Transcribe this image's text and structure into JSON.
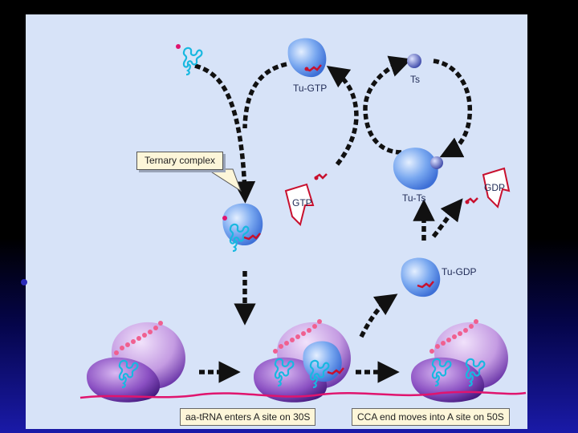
{
  "labels": {
    "tu_gtp": "Tu-GTP",
    "ts": "Ts",
    "ternary_complex": "Ternary complex",
    "gtp": "GTP",
    "tu_ts": "Tu-Ts",
    "gdp": "GDP",
    "tu_gdp": "Tu-GDP"
  },
  "captions": {
    "a_site_30s": "aa-tRNA enters A site on 30S",
    "a_site_50s": "CCA end moves into A site on 50S"
  },
  "colors": {
    "ef_tu": "#6fa0ee",
    "trna": "#18b8e0",
    "amino_acid": "#c8102e",
    "ribosome": "#8a4fc2",
    "mrna": "#e0146e",
    "peptide": "#f06090",
    "arrow": "#111111"
  }
}
